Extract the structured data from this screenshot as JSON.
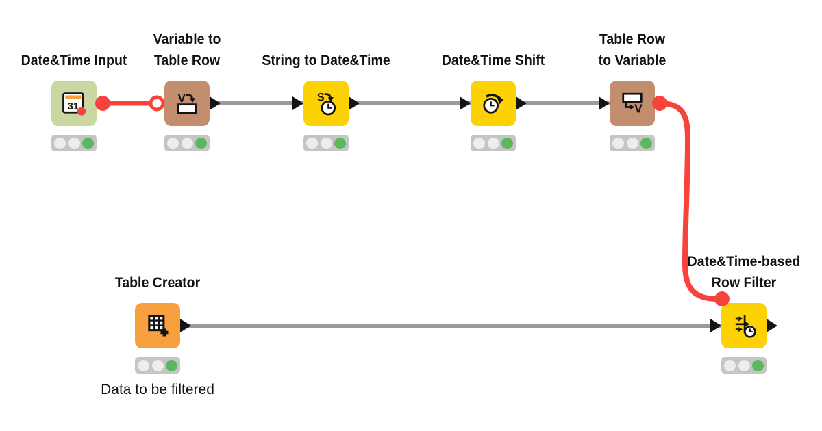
{
  "app": {
    "name": "KNIME workflow canvas"
  },
  "colors": {
    "canvas-bg": "#ffffff",
    "wire-gray": "#9b9b9b",
    "wire-red": "#f8433c",
    "port-black": "#141414",
    "status-green": "#5cb85f",
    "traffic-bg": "#c5c5c5",
    "traffic-off": "#ededed",
    "label-color": "#111111"
  },
  "nodes": [
    {
      "id": "date-time-input",
      "label": "Date&Time Input",
      "color": "#cbd7a0",
      "icon": "calendar-31-icon",
      "status": "executed"
    },
    {
      "id": "variable-to-table-row",
      "label": "Variable to\nTable Row",
      "color": "#c28e6d",
      "icon": "variable-to-row-icon",
      "status": "executed"
    },
    {
      "id": "string-to-date-time",
      "label": "String to Date&Time",
      "color": "#fdd205",
      "icon": "string-to-clock-icon",
      "status": "executed"
    },
    {
      "id": "date-time-shift",
      "label": "Date&Time Shift",
      "color": "#fdd205",
      "icon": "clock-shift-icon",
      "status": "executed"
    },
    {
      "id": "table-row-to-variable",
      "label": "Table Row\nto Variable",
      "color": "#c28e6d",
      "icon": "row-to-variable-icon",
      "status": "executed"
    },
    {
      "id": "table-creator",
      "label": "Table Creator",
      "color": "#f7a13e",
      "icon": "table-plus-icon",
      "status": "executed",
      "annotation": "Data to be filtered"
    },
    {
      "id": "date-time-based-row-filter",
      "label": "Date&Time-based\nRow Filter",
      "color": "#fdd205",
      "icon": "row-filter-clock-icon",
      "status": "executed"
    }
  ],
  "connections": [
    {
      "from": "date-time-input",
      "to": "variable-to-table-row",
      "kind": "flow-variable",
      "color": "#f8433c"
    },
    {
      "from": "variable-to-table-row",
      "to": "string-to-date-time",
      "kind": "data",
      "color": "#9b9b9b"
    },
    {
      "from": "string-to-date-time",
      "to": "date-time-shift",
      "kind": "data",
      "color": "#9b9b9b"
    },
    {
      "from": "date-time-shift",
      "to": "table-row-to-variable",
      "kind": "data",
      "color": "#9b9b9b"
    },
    {
      "from": "table-row-to-variable",
      "to": "date-time-based-row-filter",
      "kind": "flow-variable",
      "color": "#f8433c"
    },
    {
      "from": "table-creator",
      "to": "date-time-based-row-filter",
      "kind": "data",
      "color": "#9b9b9b"
    }
  ]
}
